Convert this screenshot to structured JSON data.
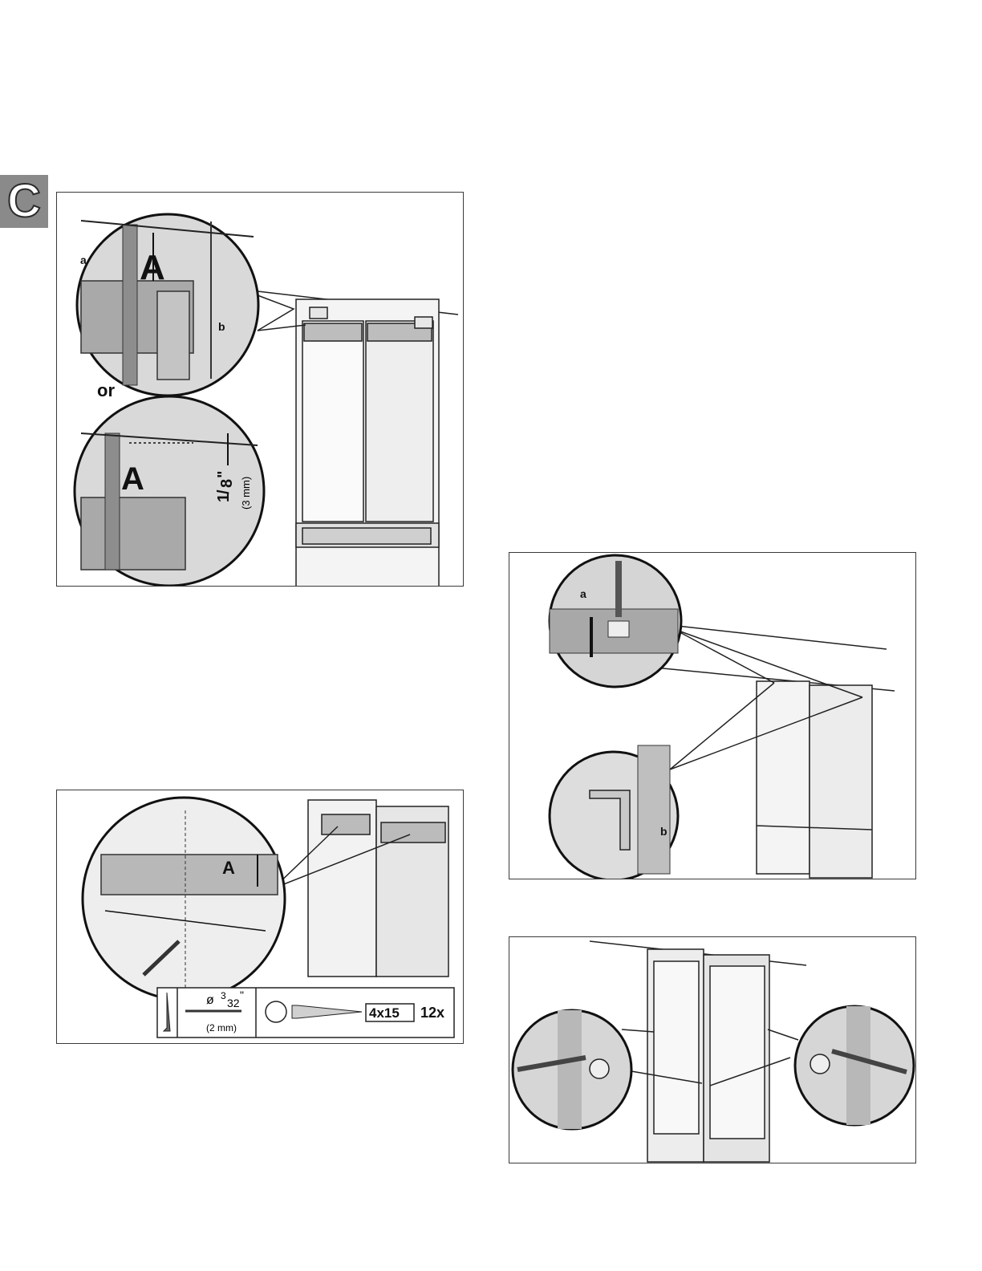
{
  "section_tab": {
    "letter": "C"
  },
  "figure1": {
    "callout_a": "a",
    "callout_b": "b",
    "dimension_A_top": "A",
    "or_text": "or",
    "dimension_A_bottom": "A",
    "gap_fraction_whole": "1",
    "gap_fraction_num": "/",
    "gap_fraction_den": "8",
    "gap_inch_mark": "\"",
    "gap_metric": "(3 mm)"
  },
  "figure2": {
    "dimension_A": "A",
    "drill_diameter_symbol": "ø",
    "drill_fraction_num": "3",
    "drill_fraction_den": "32",
    "drill_inch_mark": "\"",
    "drill_metric": "(2 mm)",
    "screw_size": "4x15",
    "screw_quantity": "12x"
  },
  "figure3": {
    "callout_a": "a",
    "callout_b": "b"
  },
  "figure4": {}
}
